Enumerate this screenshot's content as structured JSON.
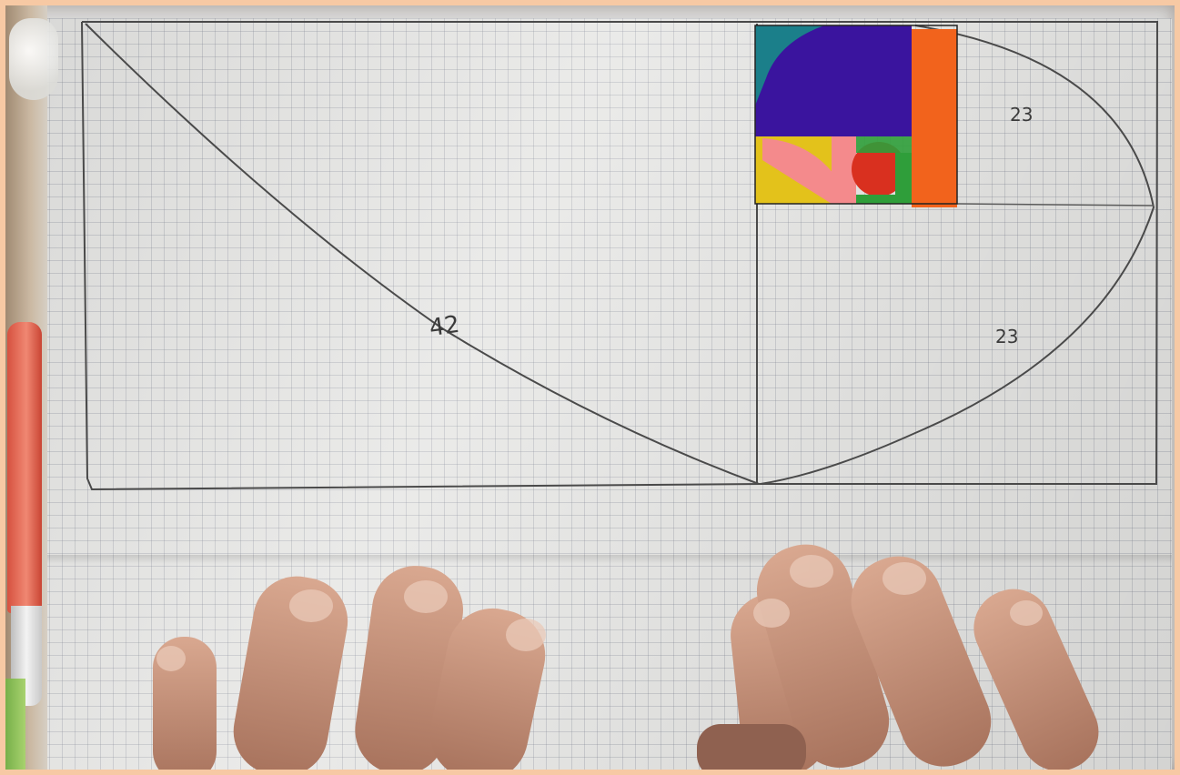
{
  "scene": {
    "description_free": true,
    "handwritten_labels": {
      "diagonal": "42",
      "top_right": "23",
      "right_middle": "23"
    },
    "colors": {
      "frame": "#f7c9a4",
      "paper": "#e6e6e4",
      "pencil": "#4a4a4a",
      "teal": "#1b7f8a",
      "blue": "#3a149e",
      "orange": "#f2631c",
      "pink": "#f48a8c",
      "red": "#d9301f",
      "yellow": "#e3c21b",
      "green": "#2f9e3a",
      "skin": "#c89378"
    }
  }
}
